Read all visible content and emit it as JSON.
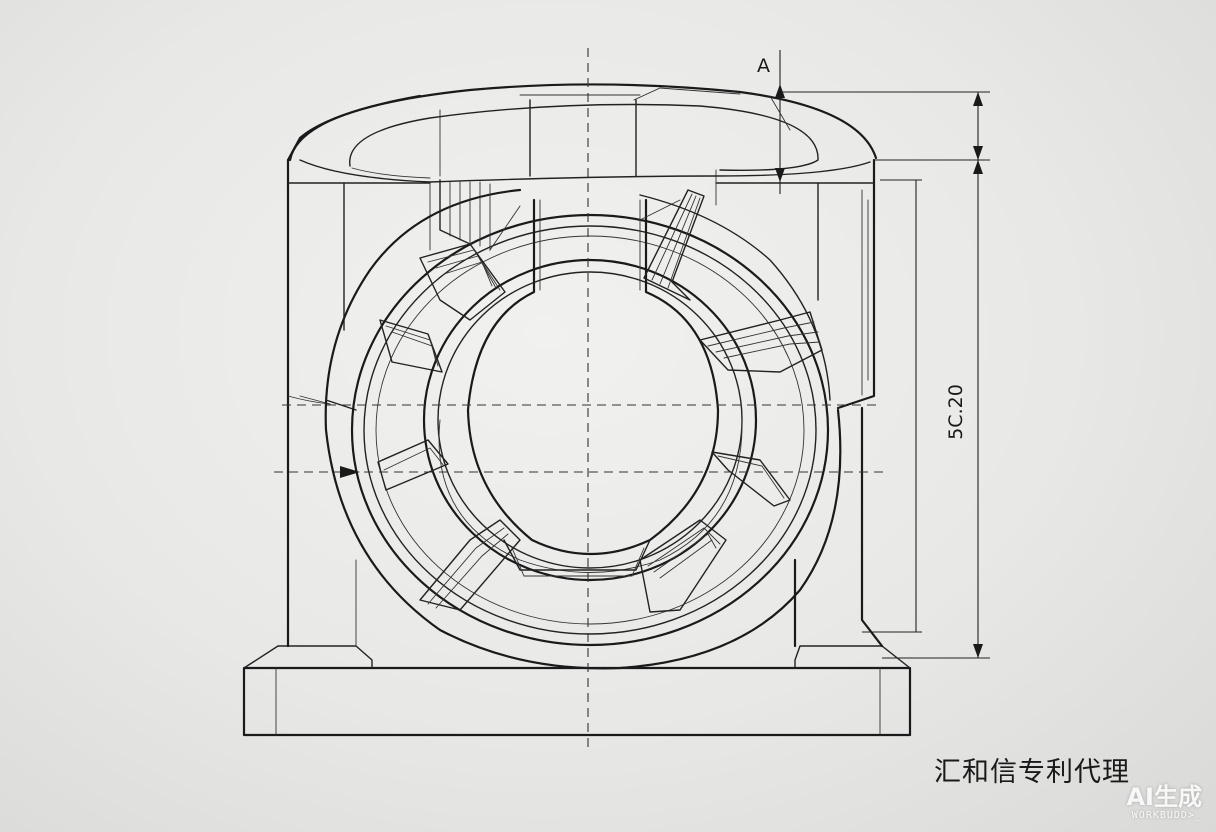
{
  "drawing": {
    "section_label": "A",
    "dimension_label": "5C.20"
  },
  "caption": "汇和信专利代理",
  "watermark": {
    "main": "AI生成",
    "sub": "WORKBUDD>_"
  }
}
